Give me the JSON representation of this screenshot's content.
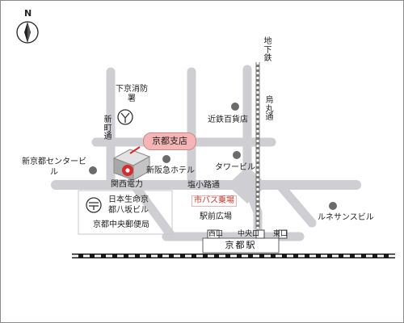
{
  "compass": {
    "letter": "N",
    "icon": "north-arrow-icon"
  },
  "highlight": {
    "label": "京都支店",
    "fill": "#f5b5b5"
  },
  "labels": {
    "subway": "地下鉄",
    "karasuma": "烏丸通",
    "shinmachi": "新町通",
    "fire_station": "下京消防署",
    "kintetsu": "近鉄百貨店",
    "tower": "タワービル",
    "shin_hankyu": "新阪急ホテル",
    "kepco": "関西電力",
    "shinkyoto": "新京都センタービル",
    "shiokoji": "塩小路通",
    "bus": "市バス乗場",
    "nissay": "日本生命京都八坂ビル",
    "post_office": "京都中央郵便局",
    "plaza": "駅前広場",
    "lune": "ルネサンスビル",
    "west": "西口",
    "central": "中央口",
    "east": "東口",
    "station": "京都駅"
  },
  "colors": {
    "road": "#cfcfd3",
    "kepco_red": "#d52b2b",
    "bus_text": "#c0392b"
  }
}
